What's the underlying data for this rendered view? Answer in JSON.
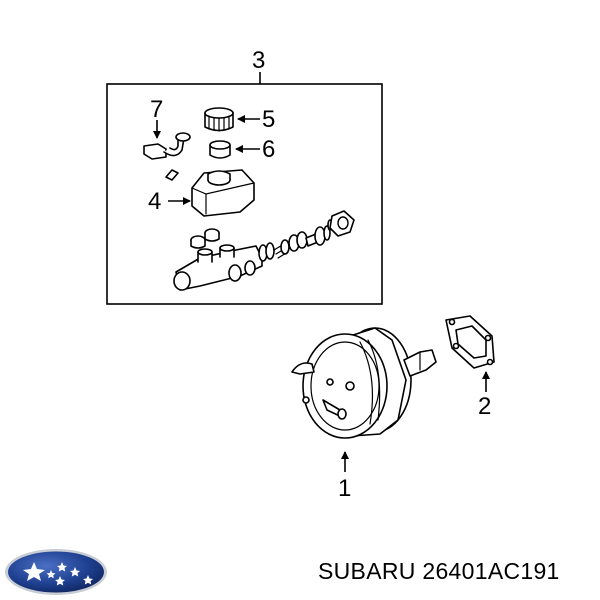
{
  "callouts": {
    "c1": "1",
    "c2": "2",
    "c3": "3",
    "c4": "4",
    "c5": "5",
    "c6": "6",
    "c7": "7"
  },
  "caption": {
    "brand": "SUBARU",
    "part_number": "26401AC191"
  },
  "logo": {
    "icon": "subaru-logo-icon",
    "color": "#1e3f8f"
  }
}
